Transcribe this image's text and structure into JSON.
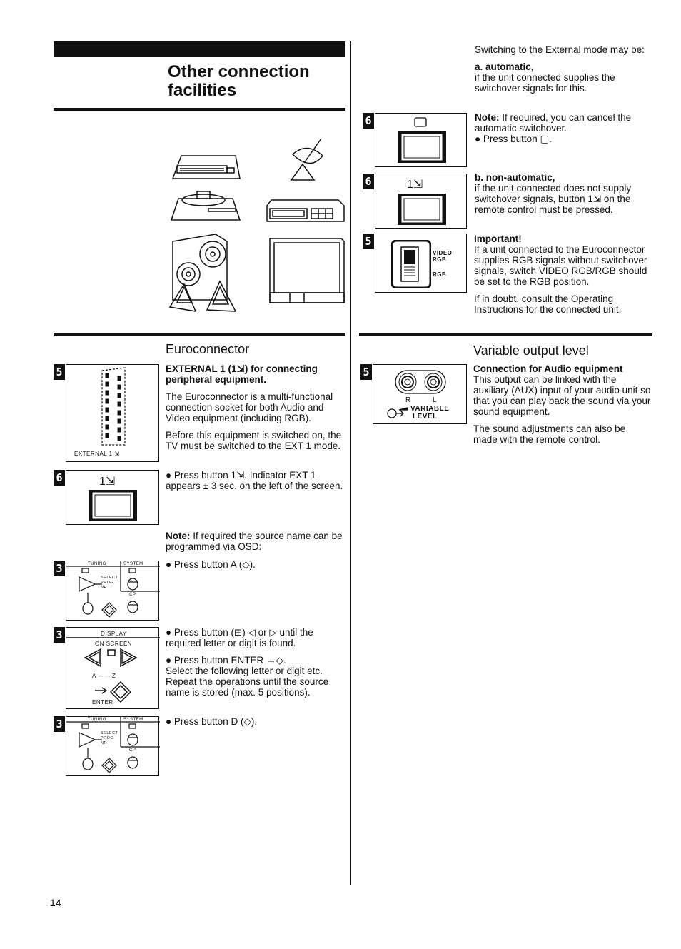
{
  "left": {
    "title_line1": "Other connection",
    "title_line2": "facilities",
    "euro_title": "Euroconnector",
    "euro_heading": "EXTERNAL 1 (1⇲) for connecting peripheral equipment.",
    "euro_p1": "The Euroconnector is a multi-functional connection socket for both Audio and Video equipment (including RGB).",
    "euro_p2": "Before this equipment is switched on, the TV must be switched to the EXT 1 mode.",
    "step_ext": "● Press button 1⇲. Indicator EXT 1 appears ± 3 sec. on the left of the screen.",
    "note_label": "Note:",
    "note_text": " If required the source name can be programmed via OSD:",
    "step_a": "● Press button A (◇).",
    "step_arrows": "● Press button (⊞) ◁ or ▷ until the required letter or digit is found.",
    "step_enter_1": "● Press button ENTER →◇.",
    "step_enter_2": "Select the following letter or digit etc. Repeat the operations until the source name is stored (max. 5 positions).",
    "step_d": "● Press button D (◇).",
    "page_number": "14"
  },
  "right": {
    "intro": "Switching to the External mode may be:",
    "auto_heading": "a. automatic,",
    "auto_text": "if the unit connected supplies the switchover signals for this.",
    "note_label": "Note:",
    "note_text": " If required, you can cancel the automatic switchover.",
    "note_bullet": "● Press button ▢.",
    "nonauto_heading": "b. non-automatic,",
    "nonauto_text": "if the unit connected does not supply switchover signals, button 1⇲ on the remote control must be pressed.",
    "important_heading": "Important!",
    "important_text": "If a unit connected to the Euroconnector supplies RGB signals without switchover signals, switch VIDEO RGB/RGB should be set to the RGB position.",
    "doubt_text": "If in doubt, consult the Operating Instructions for the connected unit.",
    "variable_title": "Variable output level",
    "audio_heading": "Connection for Audio equipment",
    "audio_text": "This output can be linked with the auxiliary (AUX) input of your audio unit so that you can play back the sound via your sound equipment.",
    "audio_text2": "The sound adjustments can also be made with the remote control."
  },
  "figures": {
    "badges": {
      "b5a": "5",
      "b6a": "6",
      "b3a": "3",
      "b3b": "3",
      "b3c": "3",
      "b6b": "6",
      "b6c": "6",
      "b5b": "5",
      "b5c": "5"
    },
    "external1_label": "EXTERNAL 1 ⇲",
    "key_1ext": "1⇲",
    "tuning": "TUNING",
    "system": "SYSTEM",
    "select_prog_nr": "SELECT PROG NR",
    "cp": "CP",
    "display": "DISPLAY",
    "on_screen": "ON SCREEN",
    "a_z": "A —— Z",
    "enter": "ENTER",
    "video_rgb": "VIDEO RGB",
    "rgb": "RGB",
    "r": "R",
    "l": "L",
    "variable_level_1": "VARIABLE",
    "variable_level_2": "LEVEL"
  }
}
